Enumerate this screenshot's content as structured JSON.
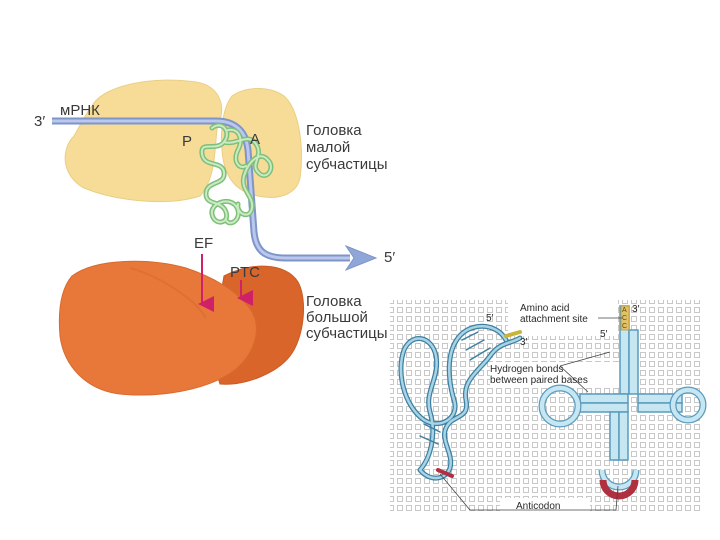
{
  "ribosome": {
    "mrna_label": "мРНК",
    "three_prime": "3′",
    "five_prime": "5′",
    "site_p": "P",
    "site_a": "A",
    "small_subunit_lines": [
      "Головка",
      "малой",
      "субчастицы"
    ],
    "ef_label": "EF",
    "ptc_label": "PTC",
    "large_subunit_lines": [
      "Головка",
      "большой",
      "субчастицы"
    ]
  },
  "trna": {
    "amino_acid_lines": [
      "Amino acid",
      "attachment site"
    ],
    "hbond_lines": [
      "Hydrogen bonds",
      "between paired bases"
    ],
    "anticodon_label": "Anticodon",
    "five_prime_left": "5′",
    "three_prime_left": "3′",
    "three_prime_right": "3′",
    "five_prime_right": "5′",
    "acceptor_letters": [
      "A",
      "C",
      "C"
    ]
  },
  "colors": {
    "small_subunit": "#f7dc98",
    "large_subunit": "#e8783a",
    "mrna": "#8fa6d8",
    "trna_green": "#a6d8a0",
    "arrow_magenta": "#d0206a",
    "trna_cyan": "#6aa8c8",
    "anticodon_red": "#b03040"
  }
}
